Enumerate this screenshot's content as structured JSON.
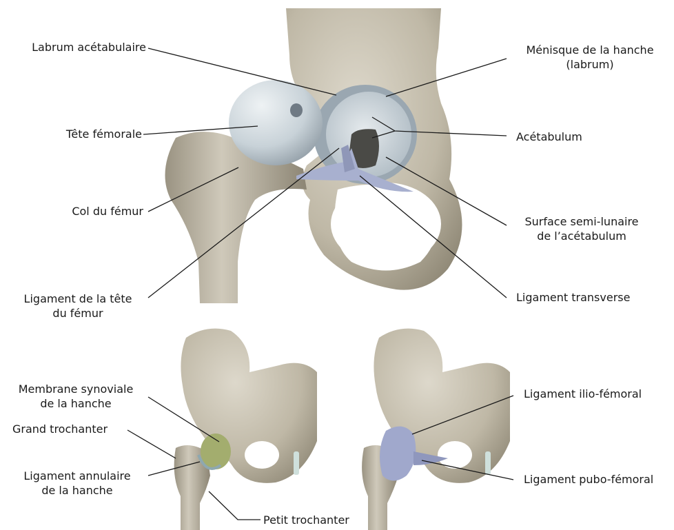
{
  "top": {
    "labrum_acetabulaire": "Labrum acétabulaire",
    "tete_femorale": "Tête fémorale",
    "col_du_femur": "Col du fémur",
    "ligament_tete": [
      "Ligament de la tête",
      "du fémur"
    ],
    "menisque": [
      "Ménisque de la hanche",
      "(labrum)"
    ],
    "acetabulum": "Acétabulum",
    "surface_semi_lunaire": [
      "Surface semi-lunaire",
      "de l’acétabulum"
    ],
    "ligament_transverse": "Ligament transverse"
  },
  "bottom_left": {
    "membrane_synoviale": [
      "Membrane synoviale",
      "de la hanche"
    ],
    "grand_trochanter": "Grand trochanter",
    "ligament_annulaire": [
      "Ligament annulaire",
      "de la hanche"
    ],
    "petit_trochanter": "Petit trochanter"
  },
  "bottom_right": {
    "ligament_ilio_femoral": "Ligament ilio-fémoral",
    "ligament_pubo_femoral": "Ligament pubo-fémoral"
  },
  "colors": {
    "bone": "#c9c3b3",
    "bone_shadow": "#8f8878",
    "cartilage": "#cdd8df",
    "ligament_blue": "#9fa8c9",
    "membrane_green": "#a3ad6e",
    "line": "#1a1a1a"
  }
}
